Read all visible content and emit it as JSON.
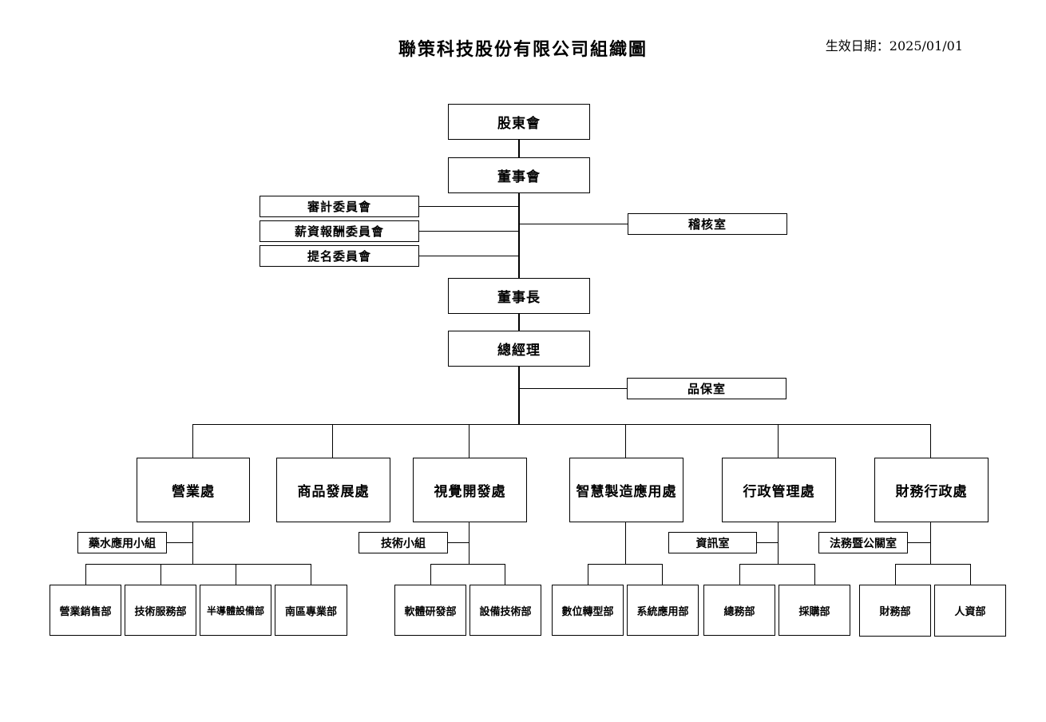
{
  "header": {
    "title": "聯策科技股份有限公司組織圖",
    "effective_label": "生效日期：",
    "effective_date": "2025/01/01"
  },
  "nodes": {
    "shareholders": "股東會",
    "board": "董事會",
    "audit_committee": "審計委員會",
    "compensation_committee": "薪資報酬委員會",
    "nomination_committee": "提名委員會",
    "internal_audit": "稽核室",
    "chairman": "董事長",
    "general_manager": "總經理",
    "quality_assurance": "品保室",
    "sales_div": "營業處",
    "product_dev_div": "商品發展處",
    "vision_dev_div": "視覺開發處",
    "smart_mfg_div": "智慧製造應用處",
    "admin_mgmt_div": "行政管理處",
    "finance_admin_div": "財務行政處",
    "chem_water_group": "藥水應用小組",
    "tech_group": "技術小組",
    "it_office": "資訊室",
    "legal_pr_office": "法務暨公關室",
    "sales_dept": "營業銷售部",
    "tech_service_dept": "技術服務部",
    "semi_equipment_dept": "半導體設備部",
    "south_business_dept": "南區專業部",
    "software_dev_dept": "軟體研發部",
    "equipment_tech_dept": "設備技術部",
    "digital_transform_dept": "數位轉型部",
    "system_app_dept": "系統應用部",
    "general_affairs_dept": "總務部",
    "procurement_dept": "採購部",
    "finance_dept": "財務部",
    "hr_dept": "人資部"
  }
}
